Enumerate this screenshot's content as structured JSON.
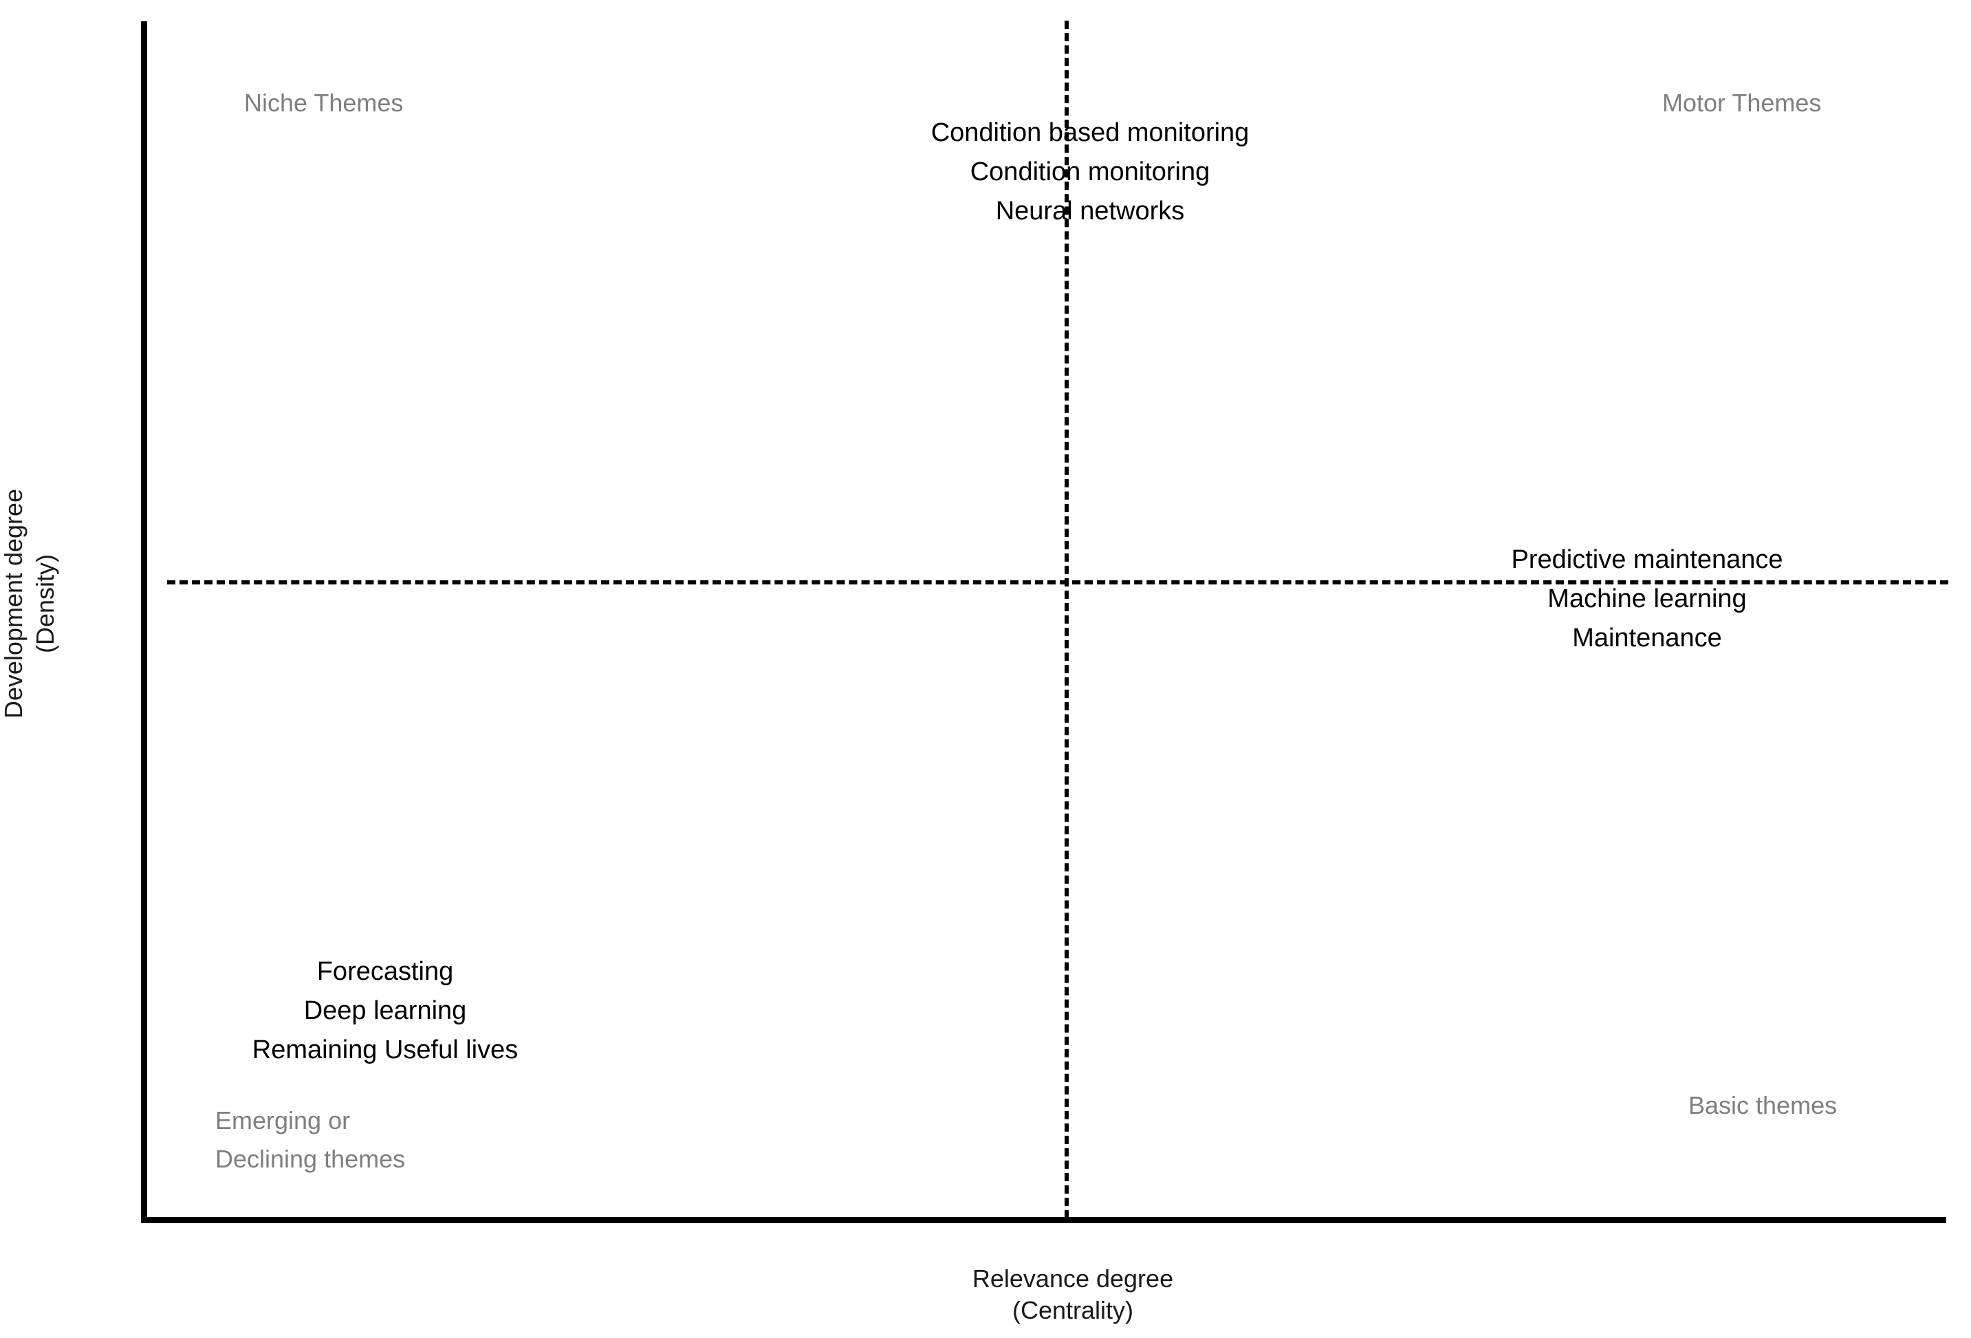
{
  "chart_data": {
    "type": "scatter",
    "title": "",
    "xlabel": "Relevance degree\n(Centrality)",
    "ylabel": "Development degree\n(Density)",
    "grid": false,
    "legend": "none",
    "description": "Thematic map (strategic diagram) with four quadrants split by dashed centrality and density axes.",
    "quadrants": [
      {
        "id": "niche",
        "label": "Niche Themes",
        "position": "top-left",
        "centrality": "low",
        "density": "high",
        "keywords": [
          "Condition based monitoring",
          "Condition monitoring",
          "Neural networks"
        ]
      },
      {
        "id": "motor",
        "label": "Motor Themes",
        "position": "top-right",
        "centrality": "high",
        "density": "high",
        "keywords": [
          "Predictive maintenance",
          "Machine learning",
          "Maintenance"
        ]
      },
      {
        "id": "emerging-declining",
        "label": "Emerging or\nDeclining themes",
        "position": "bottom-left",
        "centrality": "low",
        "density": "low",
        "keywords": [
          "Forecasting",
          "Deep learning",
          "Remaining Useful lives"
        ]
      },
      {
        "id": "basic",
        "label": "Basic themes",
        "position": "bottom-right",
        "centrality": "high",
        "density": "low",
        "keywords": []
      }
    ]
  },
  "axes": {
    "y_title": "Development degree\n(Density)",
    "x_title": "Relevance degree\n(Centrality)"
  },
  "quadrant_labels": {
    "niche": "Niche Themes",
    "motor": "Motor Themes",
    "emerging": "Emerging or\nDeclining themes",
    "basic": "Basic themes"
  },
  "clusters": {
    "niche": {
      "items": [
        "Condition based monitoring",
        "Condition monitoring",
        "Neural networks"
      ]
    },
    "motor": {
      "items": [
        "Predictive maintenance",
        "Machine learning",
        "Maintenance"
      ]
    },
    "emerging": {
      "items": [
        "Forecasting",
        "Deep learning",
        "Remaining Useful lives"
      ]
    }
  },
  "colors": {
    "axis": "#000000",
    "divider": "#000000",
    "keyword_text": "#000000",
    "quadrant_label_text": "#7f7f7f",
    "background": "#ffffff"
  }
}
